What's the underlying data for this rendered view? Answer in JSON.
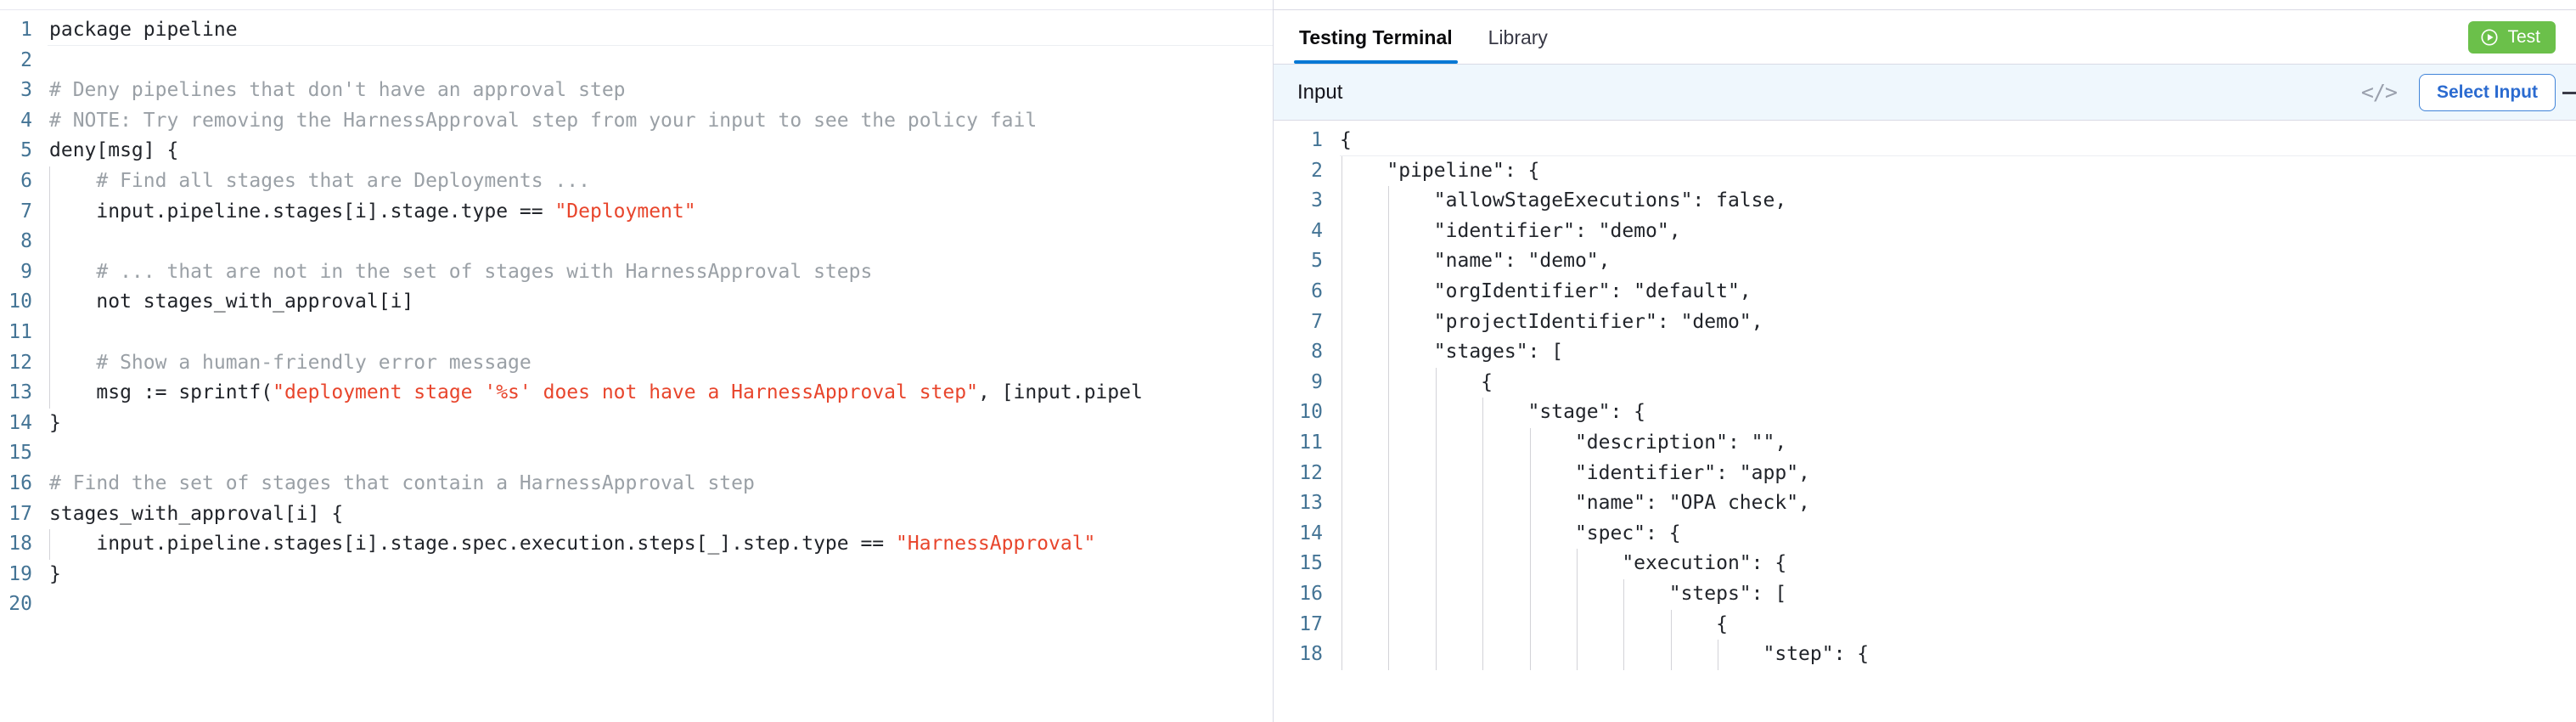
{
  "editor": {
    "name": "rego-policy-editor",
    "language": "rego",
    "collapse_handle_icon": "minimize-icon",
    "lines": [
      {
        "n": "1",
        "text": "package pipeline"
      },
      {
        "n": "2",
        "text": ""
      },
      {
        "n": "3",
        "text": "# Deny pipelines that don't have an approval step"
      },
      {
        "n": "4",
        "text": "# NOTE: Try removing the HarnessApproval step from your input to see the policy fail"
      },
      {
        "n": "5",
        "text": "deny[msg] {"
      },
      {
        "n": "6",
        "text": "    # Find all stages that are Deployments ..."
      },
      {
        "n": "7",
        "text": "    input.pipeline.stages[i].stage.type == \"Deployment\""
      },
      {
        "n": "8",
        "text": ""
      },
      {
        "n": "9",
        "text": "    # ... that are not in the set of stages with HarnessApproval steps"
      },
      {
        "n": "10",
        "text": "    not stages_with_approval[i]"
      },
      {
        "n": "11",
        "text": ""
      },
      {
        "n": "12",
        "text": "    # Show a human-friendly error message"
      },
      {
        "n": "13",
        "text": "    msg := sprintf(\"deployment stage '%s' does not have a HarnessApproval step\", [input.pipel"
      },
      {
        "n": "14",
        "text": "}"
      },
      {
        "n": "15",
        "text": ""
      },
      {
        "n": "16",
        "text": "# Find the set of stages that contain a HarnessApproval step"
      },
      {
        "n": "17",
        "text": "stages_with_approval[i] {"
      },
      {
        "n": "18",
        "text": "    input.pipeline.stages[i].stage.spec.execution.steps[_].step.type == \"HarnessApproval\""
      },
      {
        "n": "19",
        "text": "}"
      },
      {
        "n": "20",
        "text": ""
      }
    ]
  },
  "right_panel": {
    "tabs": [
      {
        "label": "Testing Terminal",
        "active": true
      },
      {
        "label": "Library",
        "active": false
      }
    ],
    "test_button": {
      "label": "Test",
      "icon": "play-circle-icon",
      "color": "#6bc04a"
    },
    "input_section": {
      "title": "Input",
      "code_toggle_icon": "code-brackets-icon",
      "select_input_label": "Select Input",
      "accent_color": "#2b6bd0",
      "background": "#eff7fd"
    },
    "input_json_lines": [
      {
        "n": "1",
        "text": "{"
      },
      {
        "n": "2",
        "text": "    \"pipeline\": {"
      },
      {
        "n": "3",
        "text": "        \"allowStageExecutions\": false,"
      },
      {
        "n": "4",
        "text": "        \"identifier\": \"demo\","
      },
      {
        "n": "5",
        "text": "        \"name\": \"demo\","
      },
      {
        "n": "6",
        "text": "        \"orgIdentifier\": \"default\","
      },
      {
        "n": "7",
        "text": "        \"projectIdentifier\": \"demo\","
      },
      {
        "n": "8",
        "text": "        \"stages\": ["
      },
      {
        "n": "9",
        "text": "            {"
      },
      {
        "n": "10",
        "text": "                \"stage\": {"
      },
      {
        "n": "11",
        "text": "                    \"description\": \"\","
      },
      {
        "n": "12",
        "text": "                    \"identifier\": \"app\","
      },
      {
        "n": "13",
        "text": "                    \"name\": \"OPA check\","
      },
      {
        "n": "14",
        "text": "                    \"spec\": {"
      },
      {
        "n": "15",
        "text": "                        \"execution\": {"
      },
      {
        "n": "16",
        "text": "                            \"steps\": ["
      },
      {
        "n": "17",
        "text": "                                {"
      },
      {
        "n": "18",
        "text": "                                    \"step\": {"
      }
    ]
  },
  "colors": {
    "line_number": "#2b6187",
    "comment": "#9aa0a6",
    "string": "#e8452c",
    "tab_underline": "#0278d5"
  }
}
